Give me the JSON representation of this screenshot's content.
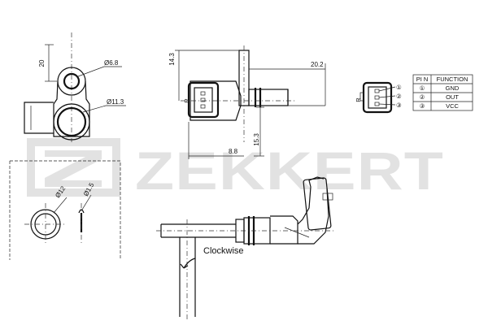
{
  "brand": {
    "watermark": "ZEKKERT"
  },
  "dimensions": {
    "d20": "20",
    "d6_8": "Ø6.8",
    "d11_3": "Ø11.3",
    "d14_3": "14.3",
    "d20_2": "20.2",
    "d15_3": "15.3",
    "d8_8": "8.8",
    "d12": "Ø12",
    "d1_5": "Ø1.5"
  },
  "connector_label": "R",
  "pin_table": {
    "headers": [
      "PI N",
      "FUNCTION"
    ],
    "rows": [
      {
        "pin": "①",
        "function": "GND"
      },
      {
        "pin": "②",
        "function": "OUT"
      },
      {
        "pin": "③",
        "function": "VCC"
      }
    ]
  },
  "pin_markers": [
    "①",
    "②",
    "③"
  ],
  "rotation_label": "Clockwise",
  "colors": {
    "lines": "#111111",
    "watermark": "#e2e2e2"
  }
}
